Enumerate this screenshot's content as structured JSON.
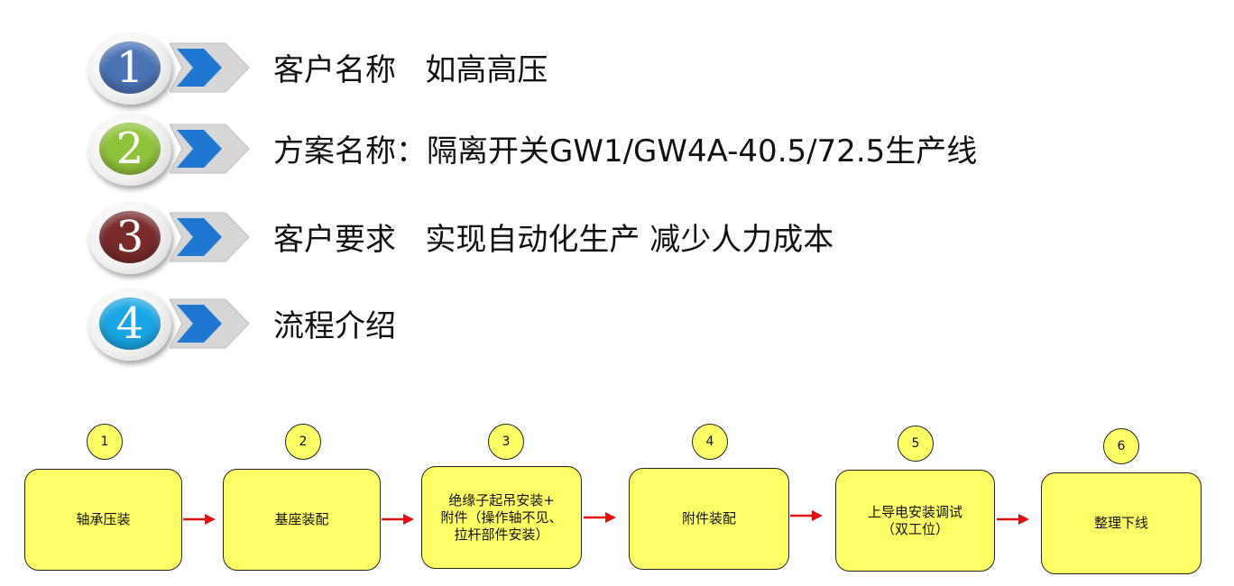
{
  "items": [
    {
      "number": "1",
      "text": "客户名称   如高高压",
      "color": "#4a74b4"
    },
    {
      "number": "2",
      "text": "方案名称：隔离开关GW1/GW4A-40.5/72.5生产线",
      "color": "#8fc43a"
    },
    {
      "number": "3",
      "text": "客户要求   实现自动化生产 减少人力成本",
      "color": "#7a2a2a"
    },
    {
      "number": "4",
      "text": "流程介绍",
      "color": "#1aa6e6"
    }
  ],
  "flow": {
    "steps": [
      {
        "number": "1",
        "label": "轴承压装"
      },
      {
        "number": "2",
        "label": "基座装配"
      },
      {
        "number": "3",
        "label": "绝缘子起吊安装+\n附件（操作轴不见、\n拉杆部件安装）"
      },
      {
        "number": "4",
        "label": "附件装配"
      },
      {
        "number": "5",
        "label": "上导电安装调试\n（双工位）"
      },
      {
        "number": "6",
        "label": "整理下线"
      }
    ],
    "box_color": "#ffff66",
    "arrow_color": "#e01010"
  },
  "icons": {
    "chevron": "chevron-right-icon"
  }
}
